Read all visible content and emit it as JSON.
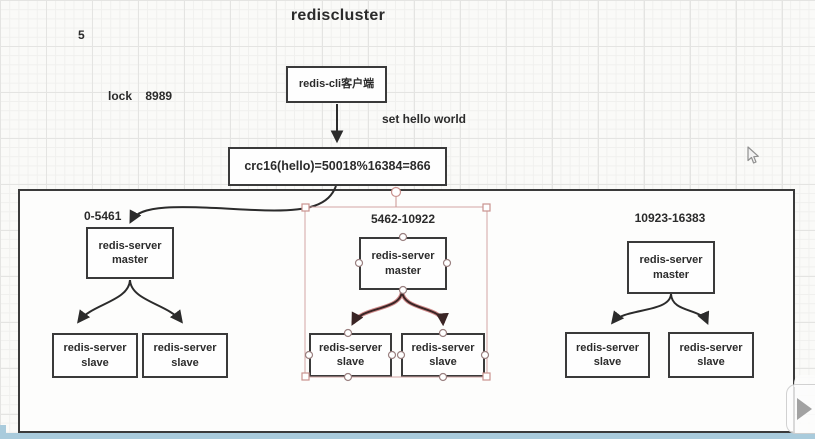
{
  "title": "rediscluster",
  "notes": {
    "page_number": "5",
    "lock_label": "lock    8989",
    "command_label": "set hello world"
  },
  "flow": {
    "client": "redis-cli客户端",
    "hash": "crc16(hello)=50018%16384=866"
  },
  "cluster": {
    "groups": [
      {
        "range": "0-5461",
        "master": "redis-server\nmaster",
        "slaves": [
          "redis-server\nslave",
          "redis-server\nslave"
        ],
        "selected": false
      },
      {
        "range": "5462-10922",
        "master": "redis-server\nmaster",
        "slaves": [
          "redis-server\nslave",
          "redis-server\nslave"
        ],
        "selected": true
      },
      {
        "range": "10923-16383",
        "master": "redis-server\nmaster",
        "slaves": [
          "redis-server\nslave",
          "redis-server\nslave"
        ],
        "selected": false
      }
    ]
  },
  "icons": {
    "play": "play-icon",
    "cursor": "arrow-cursor"
  },
  "colors": {
    "stroke": "#333333",
    "selection": "#d4a5a5",
    "selected_edge": "#3a2525",
    "bottom_bar": "#a9cbdc"
  }
}
